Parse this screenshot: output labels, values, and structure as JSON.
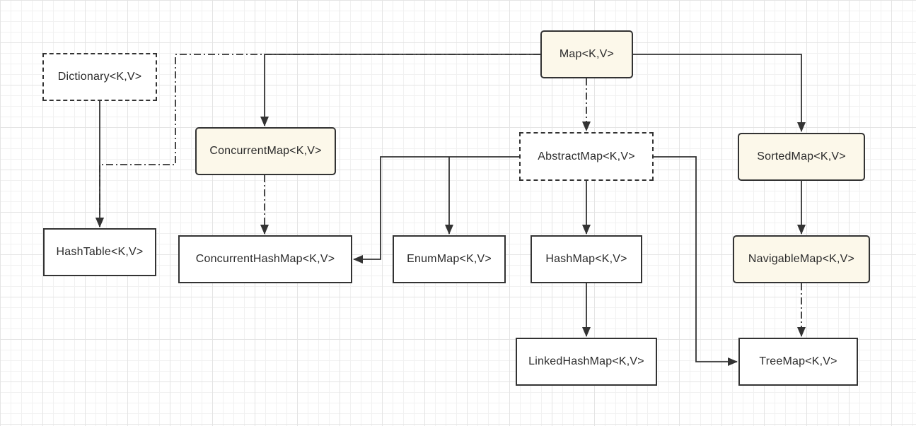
{
  "nodes": {
    "map": "Map<K,V>",
    "dictionary": "Dictionary<K,V>",
    "concurrent_map": "ConcurrentMap<K,V>",
    "abstract_map": "AbstractMap<K,V>",
    "sorted_map": "SortedMap<K,V>",
    "hash_table": "HashTable<K,V>",
    "concurrent_hash_map": "ConcurrentHashMap<K,V>",
    "enum_map": "EnumMap<K,V>",
    "hash_map": "HashMap<K,V>",
    "navigable_map": "NavigableMap<K,V>",
    "linked_hash_map": "LinkedHashMap<K,V>",
    "tree_map": "TreeMap<K,V>"
  },
  "edges": [
    {
      "from": "map",
      "to": "concurrent_map",
      "style": "solid"
    },
    {
      "from": "map",
      "to": "abstract_map",
      "style": "dash-dot"
    },
    {
      "from": "map",
      "to": "sorted_map",
      "style": "solid"
    },
    {
      "from": "map",
      "to": "hash_table",
      "style": "dash-dot"
    },
    {
      "from": "dictionary",
      "to": "hash_table",
      "style": "solid"
    },
    {
      "from": "concurrent_map",
      "to": "concurrent_hash_map",
      "style": "dash-dot"
    },
    {
      "from": "abstract_map",
      "to": "concurrent_hash_map",
      "style": "solid"
    },
    {
      "from": "abstract_map",
      "to": "enum_map",
      "style": "solid"
    },
    {
      "from": "abstract_map",
      "to": "hash_map",
      "style": "solid"
    },
    {
      "from": "abstract_map",
      "to": "tree_map",
      "style": "solid"
    },
    {
      "from": "sorted_map",
      "to": "navigable_map",
      "style": "solid"
    },
    {
      "from": "hash_map",
      "to": "linked_hash_map",
      "style": "solid"
    },
    {
      "from": "navigable_map",
      "to": "tree_map",
      "style": "dash-dot"
    }
  ],
  "colors": {
    "interface_fill": "#fcf8ea",
    "line": "#333333",
    "grid": "#e4e4e4"
  }
}
